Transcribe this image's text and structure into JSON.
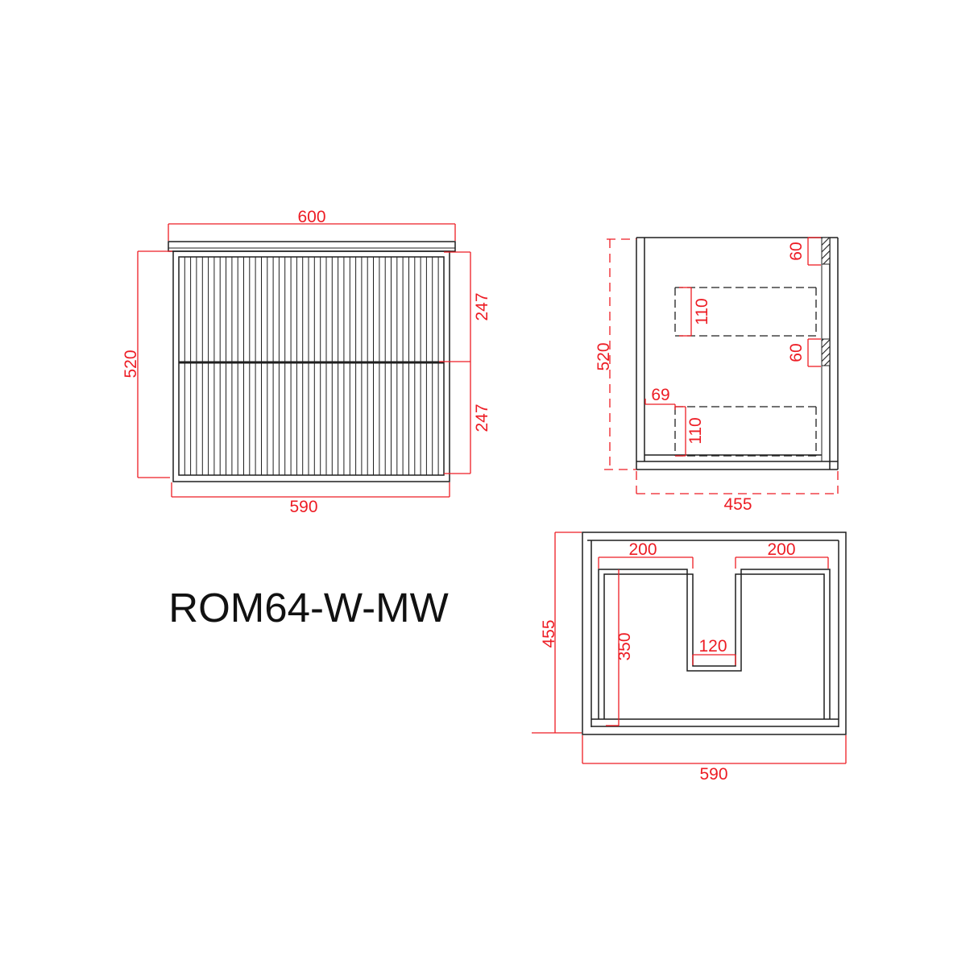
{
  "model_label": "ROM64-W-MW",
  "colors": {
    "dimension_red": "#ed1c24",
    "line_black": "#1f1f1f",
    "background": "#ffffff"
  },
  "views": {
    "front": {
      "title": "front-view",
      "dims": {
        "width_top": "600",
        "height_left": "520",
        "drawer_upper": "247",
        "drawer_lower": "247",
        "width_bottom": "590"
      }
    },
    "side": {
      "title": "side-section-view",
      "dims": {
        "height_left": "520",
        "depth_bottom": "455",
        "rail_top": "60",
        "rail_mid": "60",
        "drawer_upper": "110",
        "drawer_lower": "110",
        "drawer_offset": "69"
      }
    },
    "bottom": {
      "title": "bottom-view",
      "dims": {
        "depth_left": "455",
        "opening_left": "200",
        "opening_right": "200",
        "depth_inner": "350",
        "notch_width": "120",
        "width_bottom": "590"
      }
    }
  }
}
